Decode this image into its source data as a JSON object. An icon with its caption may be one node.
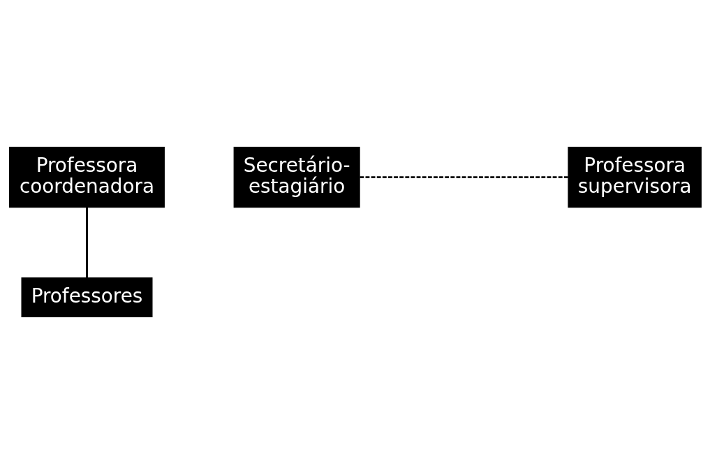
{
  "diagram": {
    "nodes": [
      {
        "text": [
          "Professora coordenadora"
        ]
      },
      {
        "text": [
          "Secretário-estagiário"
        ]
      },
      {
        "text": [
          "Professora supervisora"
        ]
      },
      {
        "text": [
          "Professores"
        ]
      }
    ],
    "edges": [
      {
        "from": 0,
        "to": 3,
        "arrow": "none"
      },
      {
        "from": 1,
        "to": 2,
        "arrow": "none",
        "style": "dashed"
      }
    ]
  }
}
